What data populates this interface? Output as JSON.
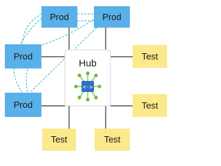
{
  "colors": {
    "prod_fill": "#5ab0e8",
    "test_fill": "#fbe98b",
    "hub_fill": "#ffffff",
    "hub_border": "#d4d4d4",
    "solid_line": "#333333",
    "dashed_line": "#2cb8c2",
    "hub_icon_blue": "#2f6fc2",
    "hub_icon_green": "#6cbb3c"
  },
  "hub": {
    "label": "Hub",
    "icon": "virtual-network-icon"
  },
  "prod_nodes": [
    {
      "id": "prod-top-left",
      "label": "Prod"
    },
    {
      "id": "prod-top-right",
      "label": "Prod"
    },
    {
      "id": "prod-mid-left",
      "label": "Prod"
    },
    {
      "id": "prod-bottom-left",
      "label": "Prod"
    }
  ],
  "test_nodes": [
    {
      "id": "test-mid-right",
      "label": "Test"
    },
    {
      "id": "test-lower-right",
      "label": "Test"
    },
    {
      "id": "test-bottom-left",
      "label": "Test"
    },
    {
      "id": "test-bottom-mid",
      "label": "Test"
    }
  ],
  "connections": {
    "hub_spokes": [
      "prod-top-left",
      "prod-top-right",
      "prod-mid-left",
      "prod-bottom-left",
      "test-mid-right",
      "test-lower-right",
      "test-bottom-left",
      "test-bottom-mid"
    ],
    "prod_mesh_dashed": [
      [
        "prod-top-left",
        "prod-top-right"
      ],
      [
        "prod-top-left",
        "prod-mid-left"
      ],
      [
        "prod-top-left",
        "prod-bottom-left"
      ],
      [
        "prod-top-right",
        "prod-mid-left"
      ],
      [
        "prod-top-right",
        "prod-bottom-left"
      ],
      [
        "prod-mid-left",
        "prod-bottom-left"
      ]
    ]
  }
}
